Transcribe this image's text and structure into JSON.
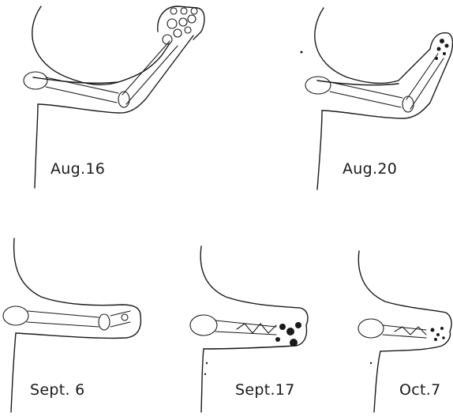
{
  "figure": {
    "panels": [
      {
        "id": "aug16",
        "label": "Aug.16"
      },
      {
        "id": "aug20",
        "label": "Aug.20"
      },
      {
        "id": "sept6",
        "label": "Sept. 6"
      },
      {
        "id": "sept17",
        "label": "Sept.17"
      },
      {
        "id": "oct7",
        "label": "Oct.7"
      }
    ]
  }
}
